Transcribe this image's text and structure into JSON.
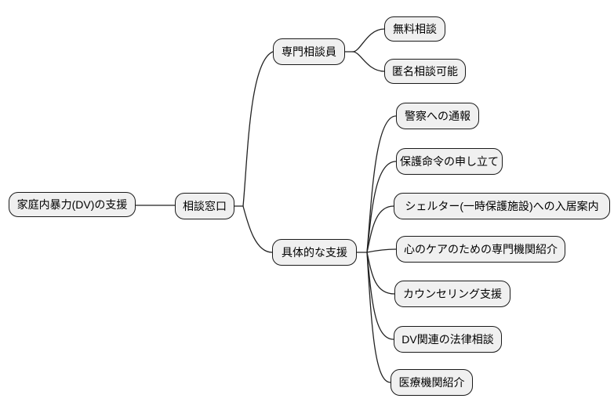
{
  "diagram": {
    "type": "mindmap",
    "root": {
      "label": "家庭内暴力(DV)の支援"
    },
    "hub": {
      "label": "相談窓口"
    },
    "branches": [
      {
        "label": "専門相談員",
        "children": [
          {
            "label": "無料相談"
          },
          {
            "label": "匿名相談可能"
          }
        ]
      },
      {
        "label": "具体的な支援",
        "children": [
          {
            "label": "警察への通報"
          },
          {
            "label": "保護命令の申し立て"
          },
          {
            "label": "シェルター(一時保護施設)への入居案内"
          },
          {
            "label": "心のケアのための専門機関紹介"
          },
          {
            "label": "カウンセリング支援"
          },
          {
            "label": "DV関連の法律相談"
          },
          {
            "label": "医療機関紹介"
          }
        ]
      }
    ],
    "colors": {
      "background": "#ffffff",
      "node_fill": "#f0f0f0",
      "node_border": "#1a1a1a",
      "line": "#222222",
      "text": "#000000"
    }
  }
}
